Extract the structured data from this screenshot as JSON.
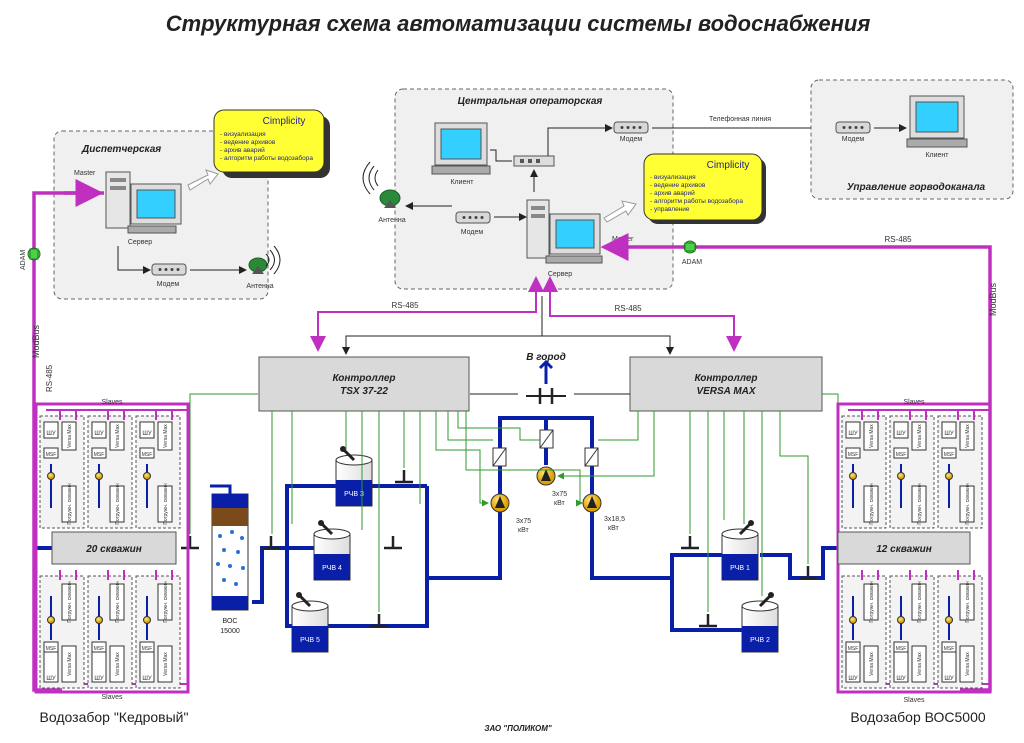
{
  "title": "Структурная схема автоматизации системы водоснабжения",
  "dispatch": {
    "label": "Диспетчерская",
    "master": "Master",
    "server": "Сервер",
    "modem": "Модем",
    "antenna": "Антенна",
    "adam": "ADAM",
    "modbus": "ModBus",
    "rs485": "RS-485",
    "cimplicity": {
      "title": "Cimplicity",
      "items": [
        "- визуализация",
        "- ведение архивов",
        "- архив аварий",
        "- алгоритм работы водозабора"
      ]
    }
  },
  "central": {
    "label": "Центральная операторская",
    "client": "Клиент",
    "modem_top": "Модем",
    "modem_mid": "Модем",
    "antenna": "Антенна",
    "server": "Сервер",
    "master": "Master",
    "phone_line": "Телефонная линия",
    "cimplicity": {
      "title": "Cimplicity",
      "items": [
        "- визуализация",
        "- ведение архивов",
        "- архив аварий",
        "- алгоритм работы водозабора",
        "- управление"
      ]
    }
  },
  "city": {
    "label": "Управление горводоканала",
    "modem": "Модем",
    "client": "Клиент"
  },
  "right_link": {
    "adam": "ADAM",
    "rs485": "RS-485",
    "modbus": "ModBus"
  },
  "rs485_left": "RS-485",
  "rs485_right": "RS-485",
  "controller_left": {
    "line1": "Контроллер",
    "line2": "TSX 37-22"
  },
  "controller_right": {
    "line1": "Контроллер",
    "line2": "VERSA MAX"
  },
  "to_city": "В город",
  "wells_left": "20 скважин",
  "wells_right": "12 скважин",
  "slaves": "Slaves",
  "well_panel": {
    "shu": "ШУ",
    "versa": "Versa Max",
    "msf": "MSF",
    "pump": "Погружн. скважин"
  },
  "tanks": [
    "РЧВ 3",
    "РЧВ 4",
    "РЧВ 5",
    "РЧВ 1",
    "РЧВ 2"
  ],
  "voc": {
    "line1": "ВОС",
    "line2": "15000"
  },
  "pumps": [
    {
      "line1": "3х75",
      "line2": "кВт"
    },
    {
      "line1": "3х75",
      "line2": "кВт"
    },
    {
      "line1": "3х18,5",
      "line2": "кВт"
    }
  ],
  "intake_left": "Водозабор \"Кедровый\"",
  "intake_right": "Водозабор ВОС5000",
  "footer": "ЗАО \"ПОЛИКОМ\"",
  "colors": {
    "pipe": "#0a1fa8",
    "signal": "#c030c0",
    "control": "#2f9a2f",
    "panel": "#d9d9d9",
    "cimplicity": "#ffff33"
  }
}
